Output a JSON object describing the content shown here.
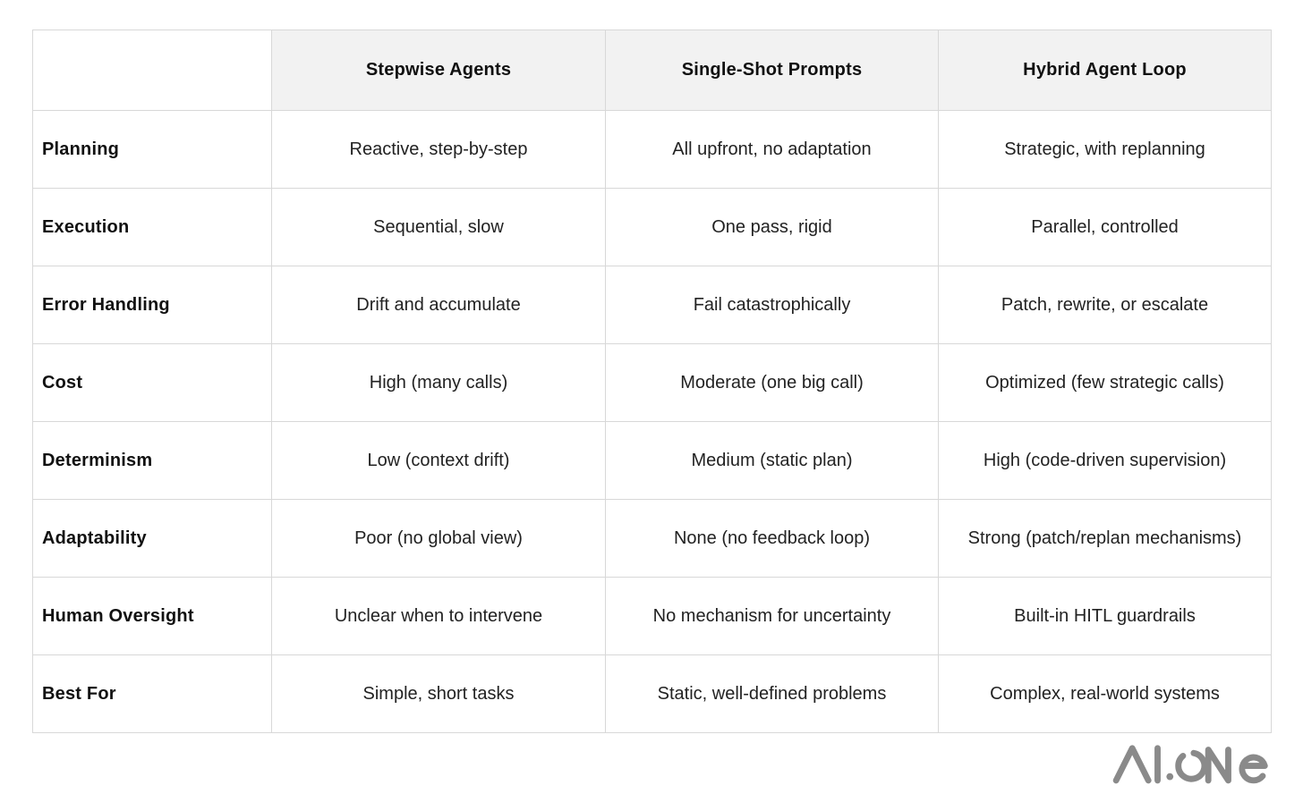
{
  "chart_data": {
    "type": "table",
    "title": "",
    "columns": [
      "Stepwise Agents",
      "Single-Shot Prompts",
      "Hybrid Agent Loop"
    ],
    "row_labels": [
      "Planning",
      "Execution",
      "Error Handling",
      "Cost",
      "Determinism",
      "Adaptability",
      "Human Oversight",
      "Best For"
    ],
    "rows": [
      [
        "Reactive, step-by-step",
        "All upfront, no adaptation",
        "Strategic, with replanning"
      ],
      [
        "Sequential, slow",
        "One pass, rigid",
        "Parallel, controlled"
      ],
      [
        "Drift and accumulate",
        "Fail catastrophically",
        "Patch, rewrite, or escalate"
      ],
      [
        "High (many calls)",
        "Moderate (one big call)",
        "Optimized (few strategic calls)"
      ],
      [
        "Low (context drift)",
        "Medium (static plan)",
        "High (code-driven supervision)"
      ],
      [
        "Poor (no global view)",
        "None (no feedback loop)",
        "Strong (patch/replan mechanisms)"
      ],
      [
        "Unclear when to intervene",
        "No mechanism for uncertainty",
        "Built-in HITL guardrails"
      ],
      [
        "Simple, short tasks",
        "Static, well-defined problems",
        "Complex, real-world systems"
      ]
    ],
    "layout": {
      "header_background": "#f2f2f2",
      "border_color": "#d8d8d8",
      "grid": "on",
      "corner_cell_blank": true
    }
  },
  "branding": {
    "logo_text": "AI·ONE",
    "logo_color": "#8a8a8a"
  }
}
